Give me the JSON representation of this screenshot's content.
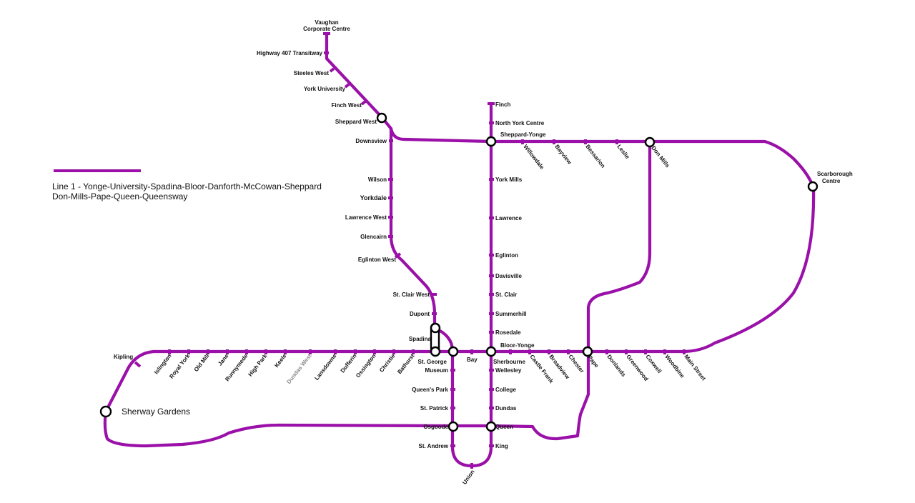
{
  "map": {
    "line_color": "#9a10a8",
    "legend": {
      "line1": "Line 1 - Yonge-University-Spadina-Bloor-Danforth-McCowan-Sheppard",
      "line2": "Don-Mills-Pape-Queen-Queensway"
    },
    "stations": {
      "vaughan_1": "Vaughan",
      "vaughan_2": "Corporate Centre",
      "hwy407": "Highway 407 Transitway",
      "steeles_west": "Steeles West",
      "york_university": "York University",
      "finch_west": "Finch West",
      "sheppard_west": "Sheppard West",
      "downsview": "Downsview",
      "wilson": "Wilson",
      "yorkdale": "Yorkdale",
      "lawrence_west": "Lawrence West",
      "glencairn": "Glencairn",
      "eglinton_west": "Eglinton West",
      "st_clair_west": "St. Clair West",
      "dupont": "Dupont",
      "spadina": "Spadina",
      "st_george": "St. George",
      "museum": "Museum",
      "queens_park": "Queen's Park",
      "st_patrick": "St. Patrick",
      "osgoode": "Osgoode",
      "st_andrew": "St. Andrew",
      "union": "Union",
      "king": "King",
      "queen": "Queen",
      "dundas": "Dundas",
      "college": "College",
      "wellesley": "Wellesley",
      "bloor_yonge": "Bloor-Yonge",
      "rosedale": "Rosedale",
      "summerhill": "Summerhill",
      "st_clair": "St. Clair",
      "davisville": "Davisville",
      "eglinton": "Eglinton",
      "lawrence": "Lawrence",
      "york_mills": "York Mills",
      "sheppard_yonge": "Sheppard-Yonge",
      "north_york_centre": "North York Centre",
      "finch": "Finch",
      "bay": "Bay",
      "sherbourne": "Sherbourne",
      "castle_frank": "Castle Frank",
      "broadview": "Broadview",
      "chester": "Chester",
      "pape": "Pape",
      "donlands": "Donlands",
      "greenwood": "Greenwood",
      "coxwell": "Coxwell",
      "woodbine": "Woodbine",
      "main_street": "Main Street",
      "willowdale": "Willowdale",
      "bayview": "Bayview",
      "bessarion": "Bessarion",
      "leslie": "Leslie",
      "don_mills": "Don Mills",
      "scarborough_1": "Scarborough",
      "scarborough_2": "Centre",
      "kipling": "Kipling",
      "islington": "Islington",
      "royal_york": "Royal York",
      "old_mill": "Old Mill",
      "jane": "Jane",
      "runnymede": "Runnymede",
      "high_park": "High Park",
      "keele": "Keele",
      "dundas_west": "Dundas West",
      "lansdowne": "Lansdowne",
      "dufferin": "Dufferin",
      "ossington": "Ossington",
      "christie": "Christie",
      "bathurst": "Bathurst",
      "sherway_gardens": "Sherway Gardens"
    }
  }
}
